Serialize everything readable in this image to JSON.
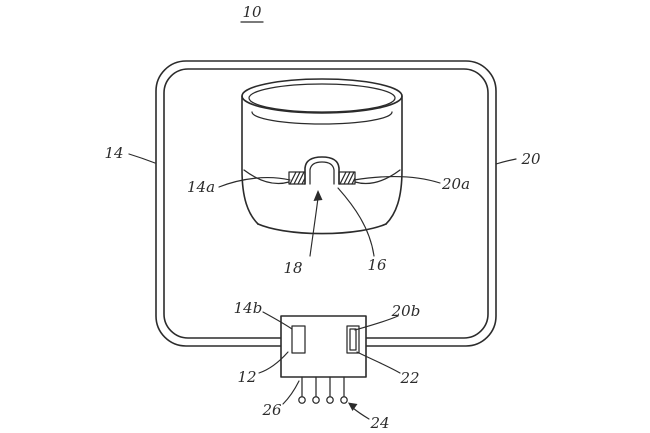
{
  "figure": {
    "title_ref": "10",
    "labels": {
      "l14": "14",
      "l20": "20",
      "l14a": "14a",
      "l20a": "20a",
      "l18": "18",
      "l16": "16",
      "l14b": "14b",
      "l20b": "20b",
      "l12": "12",
      "l22": "22",
      "l26": "26",
      "l24": "24"
    },
    "colors": {
      "ink": "#2b2b2b",
      "background": "#ffffff"
    }
  }
}
